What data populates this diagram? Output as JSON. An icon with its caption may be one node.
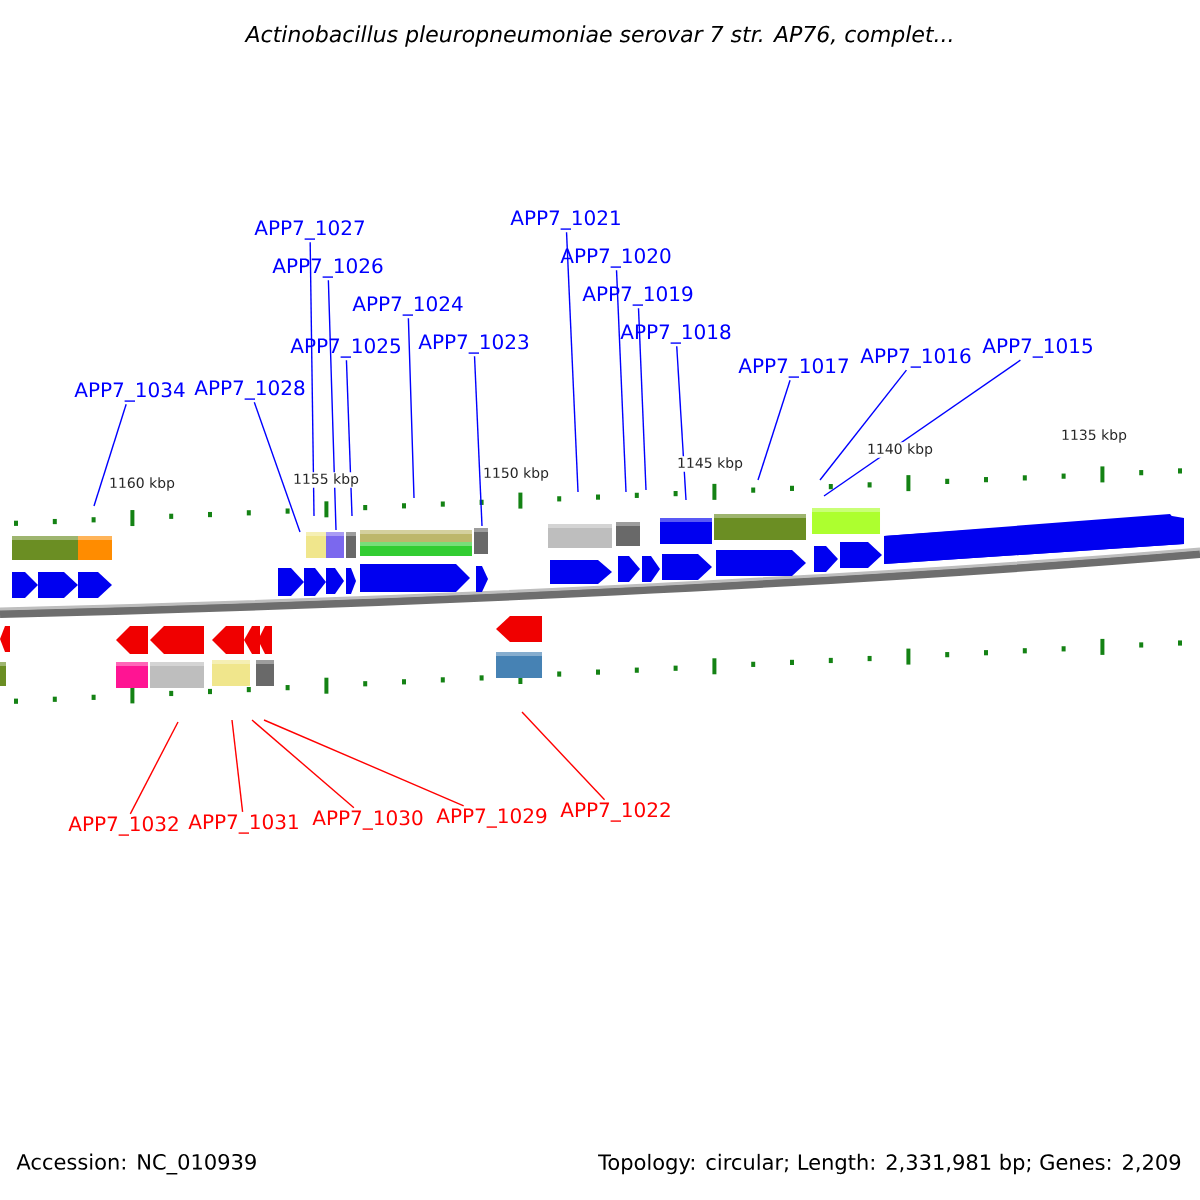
{
  "diagram": {
    "title": "Actinobacillus pleuropneumoniae serovar 7 str. AP76, complet...",
    "nodes": [
      {
        "text": [
          "APP7_1021"
        ]
      },
      {
        "text": [
          "APP7_1027"
        ]
      },
      {
        "text": [
          "APP7_1020"
        ]
      },
      {
        "text": [
          "APP7_1026"
        ]
      },
      {
        "text": [
          "APP7_1019"
        ]
      },
      {
        "text": [
          "APP7_1024"
        ]
      },
      {
        "text": [
          "APP7_1018"
        ]
      },
      {
        "text": [
          "APP7_1023"
        ]
      },
      {
        "text": [
          "APP7_1025"
        ]
      },
      {
        "text": [
          "APP7_1015"
        ]
      },
      {
        "text": [
          "APP7_1016"
        ]
      },
      {
        "text": [
          "APP7_1017"
        ]
      },
      {
        "text": [
          "APP7_1028"
        ]
      },
      {
        "text": [
          "APP7_1034"
        ]
      },
      {
        "text": [
          "APP7_1032"
        ]
      },
      {
        "text": [
          "APP7_1031"
        ]
      },
      {
        "text": [
          "APP7_1030"
        ]
      },
      {
        "text": [
          "APP7_1029"
        ]
      },
      {
        "text": [
          "APP7_1022"
        ]
      }
    ],
    "edges": [
      {
        "from": 0,
        "to": null,
        "arrow": "none"
      },
      {
        "from": 1,
        "to": null,
        "arrow": "none"
      },
      {
        "from": 2,
        "to": null,
        "arrow": "none"
      },
      {
        "from": 3,
        "to": null,
        "arrow": "none"
      },
      {
        "from": 4,
        "to": null,
        "arrow": "none"
      },
      {
        "from": 5,
        "to": null,
        "arrow": "none"
      },
      {
        "from": 6,
        "to": null,
        "arrow": "none"
      },
      {
        "from": 7,
        "to": null,
        "arrow": "none"
      },
      {
        "from": 8,
        "to": null,
        "arrow": "none"
      },
      {
        "from": 9,
        "to": null,
        "arrow": "none"
      },
      {
        "from": 10,
        "to": null,
        "arrow": "none"
      },
      {
        "from": 11,
        "to": null,
        "arrow": "none"
      },
      {
        "from": 12,
        "to": null,
        "arrow": "none"
      },
      {
        "from": 13,
        "to": null,
        "arrow": "none"
      },
      {
        "from": 14,
        "to": null,
        "arrow": "none",
        "color": "#ff0000"
      },
      {
        "from": 15,
        "to": null,
        "arrow": "none",
        "color": "#ff0000"
      },
      {
        "from": 16,
        "to": null,
        "arrow": "none",
        "color": "#ff0000"
      },
      {
        "from": 17,
        "to": null,
        "arrow": "none",
        "color": "#ff0000"
      },
      {
        "from": 18,
        "to": null,
        "arrow": "none",
        "color": "#ff0000"
      }
    ],
    "labels": [
      "1160 kbp",
      "1155 kbp",
      "1150 kbp",
      "1145 kbp",
      "1140 kbp",
      "1135 kbp",
      "Accession: NC_010939",
      "Topology: circular; Length: 2,331,981 bp; Genes: 2,209"
    ]
  }
}
